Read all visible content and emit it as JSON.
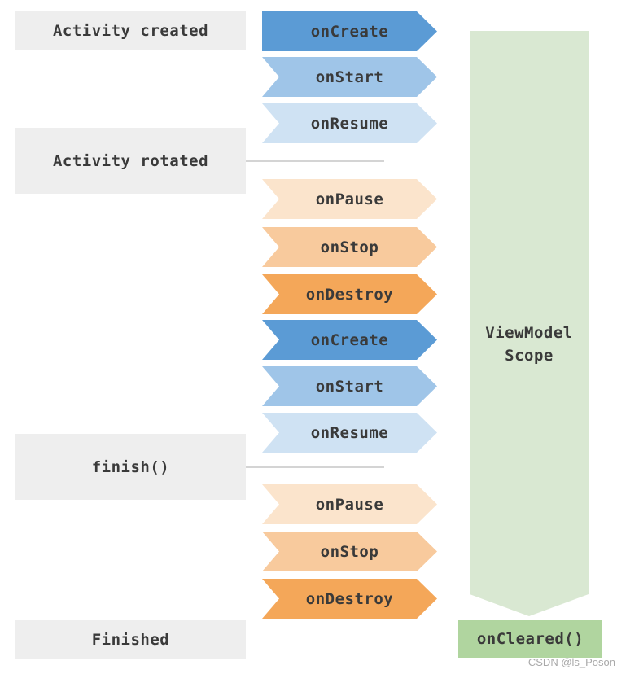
{
  "states": [
    {
      "label": "Activity created"
    },
    {
      "label": "Activity rotated"
    },
    {
      "label": "finish()"
    },
    {
      "label": "Finished"
    }
  ],
  "arrows": [
    {
      "label": "onCreate",
      "color": "#5b9bd5"
    },
    {
      "label": "onStart",
      "color": "#9fc5e8"
    },
    {
      "label": "onResume",
      "color": "#cfe2f3"
    },
    {
      "label": "onPause",
      "color": "#fbe4cc"
    },
    {
      "label": "onStop",
      "color": "#f8ca9d"
    },
    {
      "label": "onDestroy",
      "color": "#f4a759"
    },
    {
      "label": "onCreate",
      "color": "#5b9bd5"
    },
    {
      "label": "onStart",
      "color": "#9fc5e8"
    },
    {
      "label": "onResume",
      "color": "#cfe2f3"
    },
    {
      "label": "onPause",
      "color": "#fbe4cc"
    },
    {
      "label": "onStop",
      "color": "#f8ca9d"
    },
    {
      "label": "onDestroy",
      "color": "#f4a759"
    }
  ],
  "viewmodel": {
    "label": "ViewModel\nScope",
    "arrow_color": "#d9e8d2",
    "cleared_label": "onCleared()",
    "cleared_color": "#b0d59f"
  },
  "colors": {
    "state_box_bg": "#eeeeee",
    "divider": "#d4d4d4",
    "text": "#3a3a3a"
  },
  "watermark": "CSDN @ls_Poson"
}
